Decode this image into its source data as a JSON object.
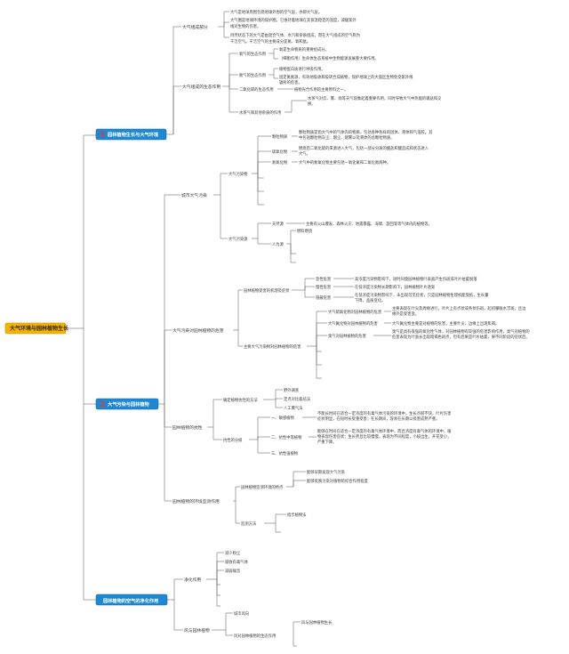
{
  "root": "大气环境与园林植物生长",
  "branches": [
    {
      "num": "1",
      "label": "园林植物生长与大气环境"
    },
    {
      "num": "2",
      "label": "大气污染与园林植物"
    },
    {
      "num": "3",
      "label": "园林植物的空气的净化作用"
    }
  ],
  "b1": {
    "composition": "大气组成部分",
    "comp_items": [
      "大气是地球周围包绕地球外围的空气层，亦即大气层。",
      "大气圈是地球环境的保护圈，它维持着地球在其保温稳定的温度，减缓紫外线对生物的伤害。",
      "目然状态下的大气是由混合气体、水汽和杂质组成，而在大气组成的空气称为干洁空气。干洁空气的主要成分是氮、氧和氩。"
    ],
    "ecology": "大气组成的生态作用",
    "oxygen": "氧气的生态作用",
    "oxygen_items": [
      "氧是生命物质的重要组成分。",
      "（细胞作用）生命体生态系统中生物能源发展重大要作用。"
    ],
    "n2": "氮气的生态作用",
    "n2_items": [
      "植物蛋白质进行呼吸作用。",
      "固定氮氮源，有效地吸收和吸转合成植物，保护地球上的大面区生物免受紫外线辐射的危害。"
    ],
    "co2": "二氧化碳的生态作用",
    "co2_item": "植物光合作用的主要原料之一。",
    "water": "水蒸气和其他杂质的作用",
    "water_item": "水蒸气对云、雾、雨等天气现象起着重要作用，同时导致大气中热能的输送和交换。"
  },
  "b2": {
    "city": "城市大气污染",
    "pollutants": "大气污染物",
    "particulate": "颗粒物质",
    "particulate_item": "颗粒物质是指大气中的气体内的物质，包括各种各样的固体、液体和气溶胶。其中包括颗粒物灰尘、烟尘、烟雾以及液体的总颗粒物质。",
    "gas": "硫氧化物",
    "gas_item": "燃烧后二氧化硫的来源进入大气，包括一部分分质的酸盐和酸造成和状态进入大气。",
    "nox": "氮氧化物",
    "nox_item": "大气中的氮氧化物主要包括一氧化氮和二氧化氮两种。",
    "sources": "大气污染源",
    "natural": "天然源",
    "natural_item": "主要有火山爆发、森林火灾、地震暴露、海啸、旋回等等气体内的植物等。",
    "human": "人为源",
    "human_item": "燃料燃烧",
    "effects": "大气污染对园林植物的危害",
    "symptoms": "园林植物受害的机理及症状",
    "acute": "急性危害",
    "acute_item": "高浓度污染物影响下，短时间使园林植物叶表面产生伤斑或叶片枯萎脱落",
    "chronic": "慢性危害",
    "chronic_item": "在低浓度污染物长期影响下，园林植物叶片逐渐",
    "hidden": "隐蔽危害",
    "hidden_item": "在低浓度污染物影响下，未出现可见症状，只是园林植物生理机能受抵，生长量下降，品质变化。",
    "major": "主要大气污染物对园林植物的危害",
    "so2": "大气硫氧化物对园林植物的危害",
    "so2_item": "主要表现在叶尖及周缘进行，叶片上有点状或条状伤斑，起初朦胧水浮斑，且边缘外是受害变。",
    "no2": "大气氟化物对园林植物的危害",
    "no2_item": "大气氟化物主要是对植物的危害，主要叶尖、边缘上出现焦褐。",
    "pan": "臭气对园林植物的危害",
    "pan_item": "臭气是具有很强的氧化性气体，对园林植物有较强的危害影响作用，臭气对植物的危害表现为叶面长出现暗褐色斑点，但有后果是叶片枯萎，果不同阶段的症状后。",
    "resist": "园林植物的抗性",
    "measure": "确定植物抗性的方法",
    "measure_items": [
      "野外调查",
      "定点对比栽培法",
      "人工熏气法"
    ],
    "grade": "抗性的分级",
    "sensitive": "一、敏感植物",
    "sensitive_item": "不能长时间在适合一定浓度的有毒气体污染的环境中，生长点很不快，叶片伤害症状明显，在短时长受重受害；在长期间，容易在长期以损害成熟严重。",
    "mid": "二、抗性中等植物",
    "mid_item": "能够在时间在适合一定浓度的有毒气体环境中，而且浓度有毒气体的环境中，植物表现伤害症状；生长势且比较慢慢，表现为不同程度，小枝出生，开花受小，严重下降。",
    "high": "三、抗性强植物",
    "monitor": "园林植物的环境监测作用",
    "monitor_feature": "园林植物监测环境的特点",
    "monitor_items": [
      "能够早期发现大气污染",
      "能够反映污染对植物的综合作用程度"
    ],
    "monitor_method": "监测方法",
    "method_item": "指示植物法"
  },
  "b3": {
    "purify": "净化作用",
    "purify_items": [
      "减少粉尘",
      "吸收有毒气体",
      "减弱噪音"
    ],
    "wind": "风与园林植物",
    "wind_items": [
      "城市风向",
      "风对园林植物的生态作用"
    ],
    "wind_sub": "风与园林植物生长"
  }
}
